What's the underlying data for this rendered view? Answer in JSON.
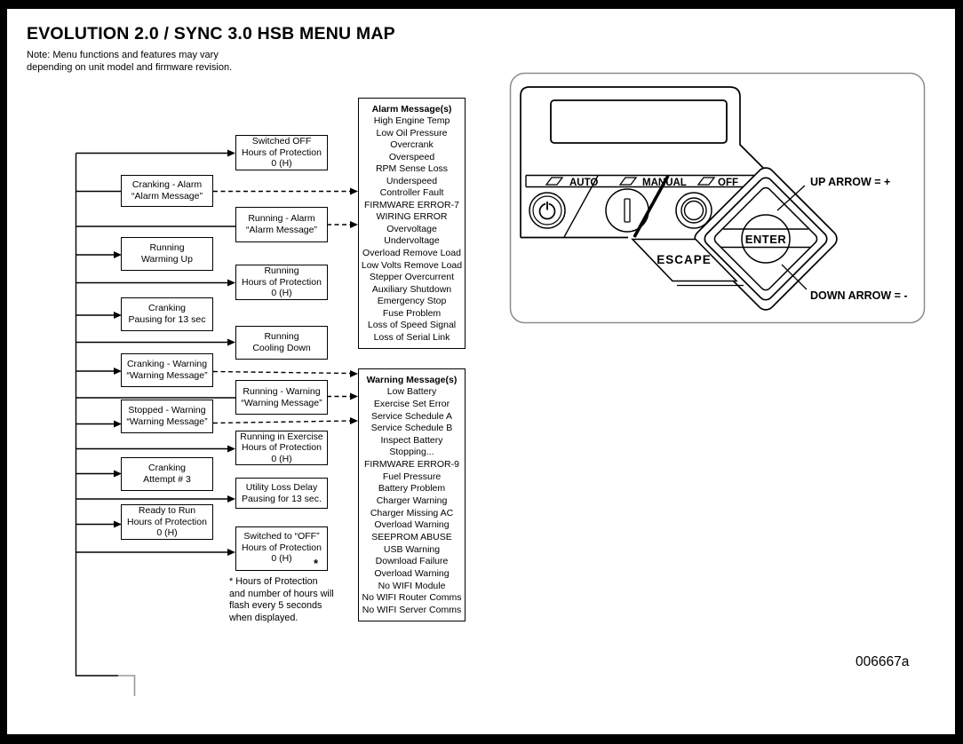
{
  "page": {
    "title": "EVOLUTION 2.0 / SYNC 3.0 HSB MENU MAP",
    "note": "Note: Menu functions and features may vary\ndepending on unit model and firmware revision.",
    "doc_number": "006667a"
  },
  "flow": {
    "left_boxes": [
      {
        "id": "cranking-alarm",
        "lines": [
          "Cranking - Alarm",
          "“Alarm Message”"
        ]
      },
      {
        "id": "running-warming",
        "lines": [
          "Running",
          "Warming Up"
        ]
      },
      {
        "id": "cranking-pausing",
        "lines": [
          "Cranking",
          "Pausing for 13 sec"
        ]
      },
      {
        "id": "cranking-warning",
        "lines": [
          "Cranking - Warning",
          "“Warning Message”"
        ]
      },
      {
        "id": "stopped-warning",
        "lines": [
          "Stopped - Warning",
          "“Warning Message”"
        ]
      },
      {
        "id": "cranking-attempt",
        "lines": [
          "Cranking",
          "Attempt # 3"
        ]
      },
      {
        "id": "ready-to-run",
        "lines": [
          "Ready to Run",
          "Hours of Protection",
          "0 (H)"
        ]
      }
    ],
    "middle_boxes": [
      {
        "id": "switched-off",
        "lines": [
          "Switched OFF",
          "Hours of Protection",
          "0 (H)"
        ]
      },
      {
        "id": "running-alarm",
        "lines": [
          "Running - Alarm",
          "“Alarm Message”"
        ]
      },
      {
        "id": "running-hop",
        "lines": [
          "Running",
          "Hours of Protection",
          "0 (H)"
        ]
      },
      {
        "id": "running-cooling",
        "lines": [
          "Running",
          "Cooling Down"
        ]
      },
      {
        "id": "running-warning",
        "lines": [
          "Running - Warning",
          "“Warning Message”"
        ]
      },
      {
        "id": "running-exercise",
        "lines": [
          "Running in Exercise",
          "Hours of Protection",
          "0 (H)"
        ]
      },
      {
        "id": "utility-loss",
        "lines": [
          "Utility Loss Delay",
          "Pausing for 13 sec."
        ]
      },
      {
        "id": "switched-to-off",
        "lines": [
          "Switched to “OFF”",
          "Hours of Protection",
          "0 (H)"
        ]
      }
    ],
    "asterisk_mark": "*",
    "footnote": "* Hours of Protection and number of hours will flash every 5 seconds when displayed."
  },
  "alarm_panel": {
    "title": "Alarm Message(s)",
    "items": [
      "High Engine Temp",
      "Low Oil Pressure",
      "Overcrank",
      "Overspeed",
      "RPM Sense Loss",
      "Underspeed",
      "Controller Fault",
      "FIRMWARE ERROR-7",
      "WIRING ERROR",
      "Overvoltage",
      "Undervoltage",
      "Overload Remove Load",
      "Low Volts Remove Load",
      "Stepper Overcurrent",
      "Auxiliary Shutdown",
      "Emergency Stop",
      "Fuse Problem",
      "Loss of Speed Signal",
      "Loss of Serial Link"
    ]
  },
  "warning_panel": {
    "title": "Warning Message(s)",
    "items": [
      "Low Battery",
      "Exercise Set Error",
      "Service Schedule A",
      "Service Schedule B",
      "Inspect Battery",
      "Stopping...",
      "FIRMWARE ERROR-9",
      "Fuel Pressure",
      "Battery Problem",
      "Charger Warning",
      "Charger Missing AC",
      "Overload Warning",
      "SEEPROM ABUSE",
      "USB Warning",
      "Download Failure",
      "Overload Warning",
      "No WIFI Module",
      "No WIFI Router Comms",
      "No WIFI Server Comms"
    ]
  },
  "device": {
    "mode_labels": [
      "AUTO",
      "MANUAL",
      "OFF"
    ],
    "escape_label": "ESCAPE",
    "enter_label": "ENTER",
    "up_arrow_label": "UP ARROW = +",
    "down_arrow_label": "DOWN ARROW = -"
  }
}
